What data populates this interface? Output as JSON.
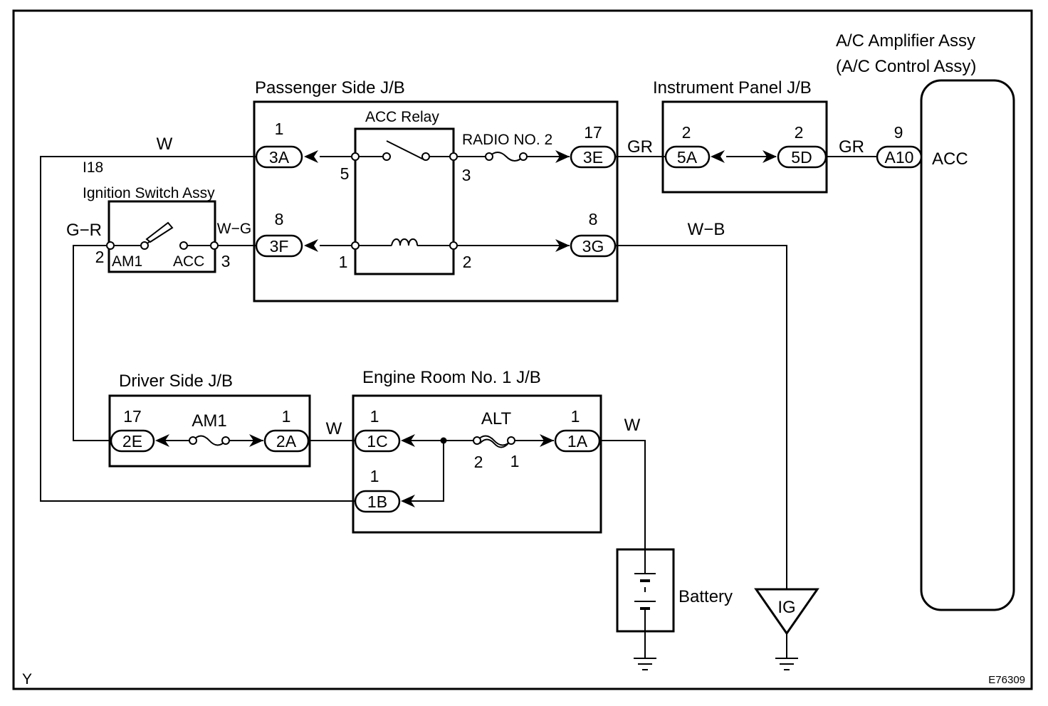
{
  "corner_label": "Y",
  "figure_id": "E76309",
  "components": {
    "passenger_jb": "Passenger Side J/B",
    "acc_relay": "ACC Relay",
    "instrument_panel_jb": "Instrument Panel J/B",
    "ac_amplifier_line1": "A/C Amplifier Assy",
    "ac_amplifier_line2": "(A/C Control Assy)",
    "ac_terminal": "ACC",
    "ignition_switch": "Ignition Switch Assy",
    "ignition_code": "I18",
    "ignition_am1": "AM1",
    "ignition_acc": "ACC",
    "driver_jb": "Driver Side J/B",
    "engine_room_jb": "Engine Room No. 1 J/B",
    "battery": "Battery",
    "ig": "IG"
  },
  "fuses": {
    "radio": "RADIO NO. 2",
    "am1": "AM1",
    "alt": "ALT"
  },
  "wires": {
    "w_top": "W",
    "gr_left": "GR",
    "gr_right": "GR",
    "gr_ign": "G−R",
    "wg": "W−G",
    "wb": "W−B",
    "w_mid": "W",
    "w_right": "W"
  },
  "connectors": {
    "c3A": "3A",
    "c3E": "3E",
    "c3F": "3F",
    "c3G": "3G",
    "c5A": "5A",
    "c5D": "5D",
    "cA10": "A10",
    "c2E": "2E",
    "c2A": "2A",
    "c1C": "1C",
    "c1A": "1A",
    "c1B": "1B"
  },
  "pins": {
    "p3A": "1",
    "p3E": "17",
    "p3F": "8",
    "p3G": "8",
    "p5A": "2",
    "p5D": "2",
    "pA10": "9",
    "p2E": "17",
    "p2A": "1",
    "p1C": "1",
    "p1A": "1",
    "p1B": "1",
    "relay5": "5",
    "relay3": "3",
    "relay1": "1",
    "relay2": "2",
    "ign2": "2",
    "ign3": "3",
    "alt2": "2",
    "alt1": "1"
  }
}
